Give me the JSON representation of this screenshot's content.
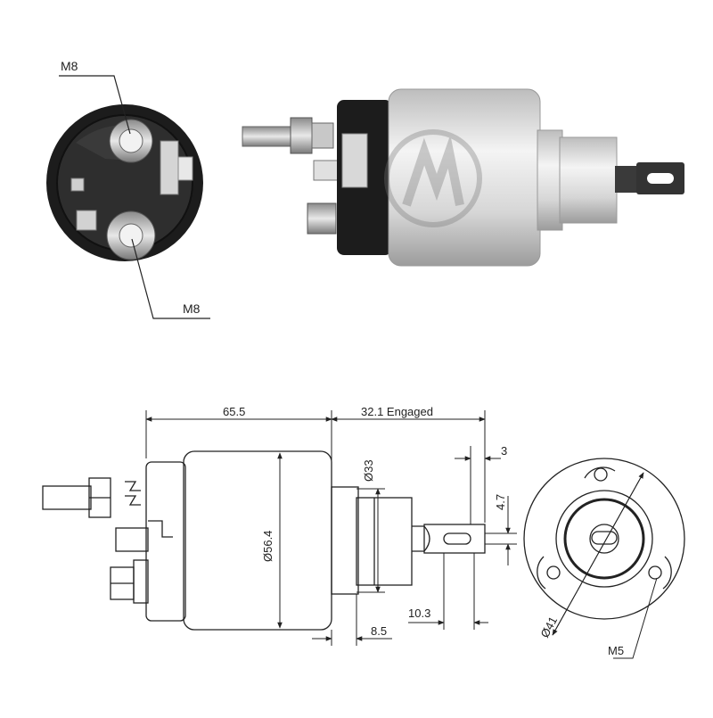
{
  "photo": {
    "top_label": "M8",
    "bottom_label": "M8"
  },
  "dimensions": {
    "body_length": "65.5",
    "engaged_travel": "32.1 Engaged",
    "nose_diameter": "Ø33",
    "body_diameter": "Ø56.4",
    "tab_thickness": "3",
    "tab_width": "4.7",
    "tab_length": "10.3",
    "nose_length": "8.5",
    "bolt_circle": "Ø41",
    "mount_thread": "M5"
  },
  "colors": {
    "line": "#222222",
    "steel": "#d9d9d9",
    "dark": "#1c1c1c"
  }
}
